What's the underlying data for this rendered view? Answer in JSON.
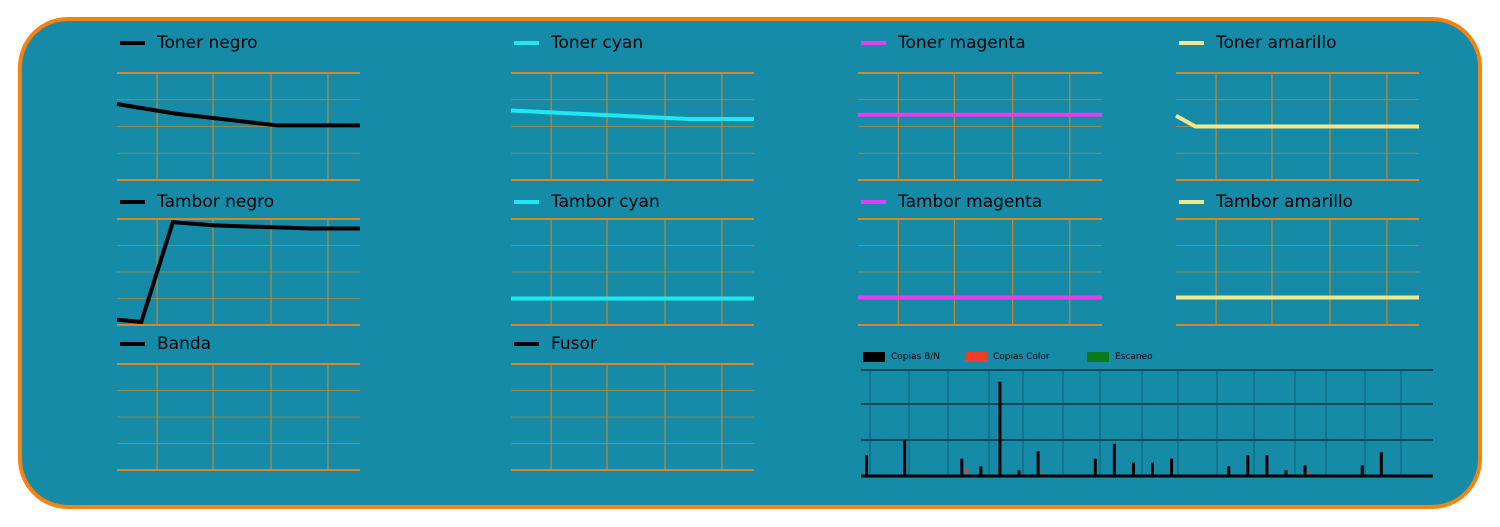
{
  "colors": {
    "background": "#158ba8",
    "border": "#f5840f",
    "grid": "#c8862a",
    "black": "#000000",
    "cyan": "#1ee8f0",
    "magenta": "#e83cf0",
    "yellow": "#f0e890",
    "red": "#f03c28",
    "green": "#0a7a1e"
  },
  "charts": [
    {
      "label": "Toner negro",
      "color": "#000000",
      "points": [
        [
          0,
          71
        ],
        [
          24,
          62
        ],
        [
          66,
          51
        ],
        [
          100,
          51
        ]
      ]
    },
    {
      "label": "Toner cyan",
      "color": "#1ee8f0",
      "points": [
        [
          0,
          65
        ],
        [
          73,
          57
        ],
        [
          100,
          57
        ]
      ]
    },
    {
      "label": "Toner magenta",
      "color": "#e83cf0",
      "points": [
        [
          0,
          61
        ],
        [
          100,
          61
        ]
      ]
    },
    {
      "label": "Toner amarillo",
      "color": "#f0e890",
      "points": [
        [
          0,
          60
        ],
        [
          8,
          50
        ],
        [
          100,
          50
        ]
      ]
    },
    {
      "label": "Tambor negro",
      "color": "#000000",
      "points": [
        [
          0,
          5
        ],
        [
          10,
          3
        ],
        [
          23,
          97
        ],
        [
          40,
          94
        ],
        [
          80,
          91
        ],
        [
          100,
          91
        ]
      ]
    },
    {
      "label": "Tambor cyan",
      "color": "#1ee8f0",
      "points": [
        [
          0,
          25
        ],
        [
          100,
          25
        ]
      ]
    },
    {
      "label": "Tambor magenta",
      "color": "#e83cf0",
      "points": [
        [
          0,
          26
        ],
        [
          100,
          26
        ]
      ]
    },
    {
      "label": "Tambor amarillo",
      "color": "#f0e890",
      "points": [
        [
          0,
          26
        ],
        [
          100,
          26
        ]
      ]
    },
    {
      "label": "Banda",
      "color": "#000000",
      "points": []
    },
    {
      "label": "Fusor",
      "color": "#000000",
      "points": []
    }
  ],
  "chart_data": {
    "type": "bar",
    "legend": [
      "Copias B/N",
      "Copias Color",
      "Escaneo"
    ],
    "slots": 30,
    "ylim": [
      0,
      300
    ],
    "bw": [
      59,
      0,
      100,
      0,
      0,
      49,
      28,
      267,
      16,
      70,
      0,
      0,
      49,
      91,
      38,
      38,
      49,
      0,
      0,
      28,
      59,
      59,
      16,
      30,
      0,
      0,
      30,
      67,
      0,
      0
    ],
    "color": [
      0,
      0,
      0,
      0,
      0,
      24,
      0,
      0,
      0,
      11,
      0,
      0,
      0,
      0,
      0,
      0,
      0,
      0,
      0,
      5,
      0,
      0,
      0,
      12,
      0,
      0,
      0,
      0,
      0,
      0
    ],
    "scan": [
      0,
      0,
      0,
      0,
      0,
      0,
      0,
      0,
      0,
      0,
      0,
      0,
      0,
      0,
      0,
      0,
      0,
      0,
      0,
      0,
      0,
      0,
      0,
      0,
      0,
      0,
      0,
      0,
      0,
      0
    ]
  }
}
